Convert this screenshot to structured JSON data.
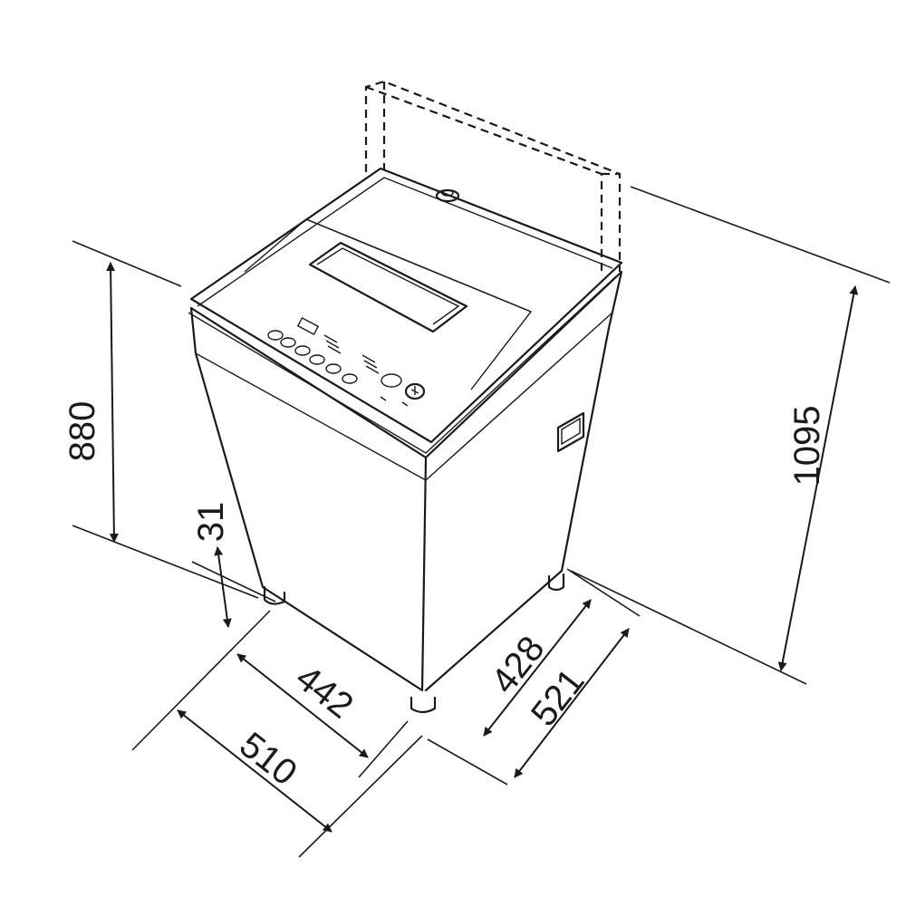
{
  "diagram": {
    "subject": "top-load washing machine dimension drawing",
    "dimensions": {
      "height_body": "880",
      "height_lid_open": "1095",
      "foot_height": "31",
      "width_body": "442",
      "width_total": "510",
      "depth_body": "428",
      "depth_total": "521"
    },
    "colors": {
      "line": "#1a1a1a",
      "background": "#ffffff"
    }
  }
}
